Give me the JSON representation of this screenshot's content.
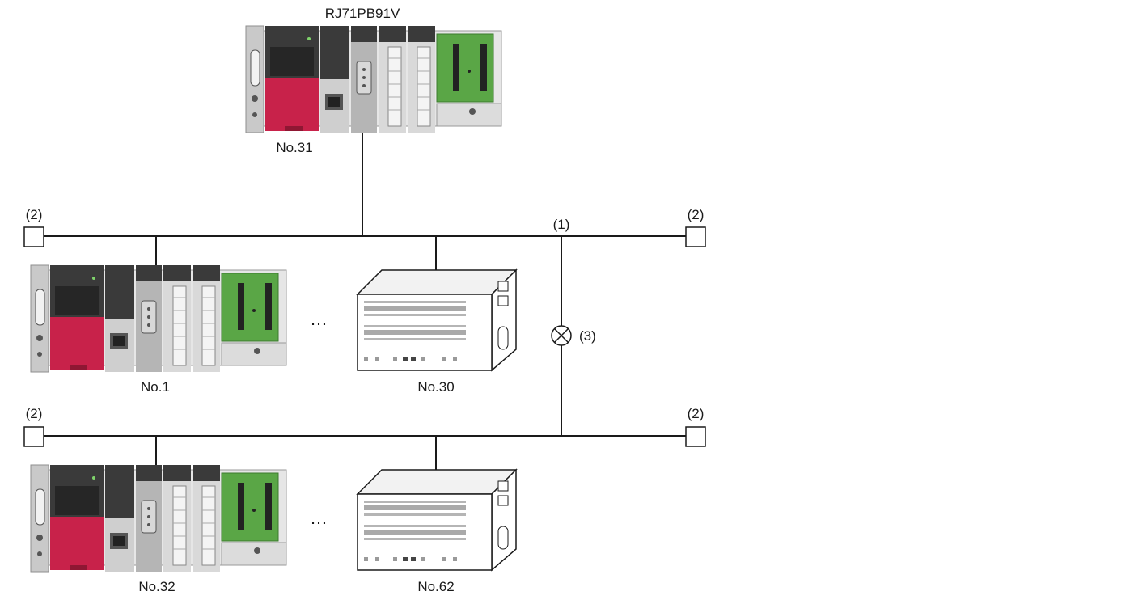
{
  "master": {
    "title": "RJ71PB91V",
    "station": "No.31"
  },
  "segment1": {
    "plc_station": "No.1",
    "slave_station": "No.30",
    "ellipsis": "…",
    "terminator_left": "(2)",
    "terminator_right": "(2)",
    "branch_label": "(1)"
  },
  "repeater": {
    "label": "(3)"
  },
  "segment2": {
    "plc_station": "No.32",
    "slave_station": "No.62",
    "ellipsis": "…",
    "terminator_left": "(2)",
    "terminator_right": "(2)"
  },
  "colors": {
    "plc_red": "#c8224a",
    "plc_dark": "#3a3a3a",
    "plc_gray": "#bdbdbd",
    "plc_light": "#e6e6e6",
    "board_green": "#5aa646",
    "line": "#1a1a1a"
  }
}
